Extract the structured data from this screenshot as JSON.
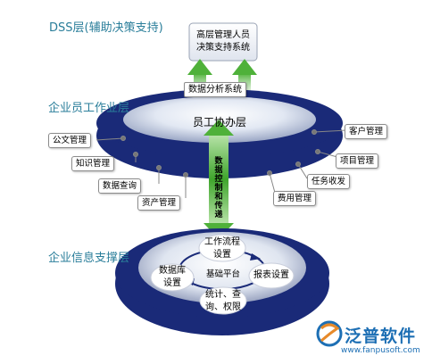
{
  "layers": {
    "dss": "DSS层(辅助决策支持)",
    "employee": "企业员工作业层",
    "support": "企业信息支撑层"
  },
  "dss_box": {
    "line1": "高层管理人员",
    "line2": "决策支持系统"
  },
  "analysis": "数据分析系统",
  "collab": "员工协办层",
  "channel": [
    "数",
    "据",
    "控",
    "制",
    "和",
    "传",
    "递"
  ],
  "left_tags": [
    "公文管理",
    "知识管理",
    "数据查询",
    "资产管理"
  ],
  "right_tags": [
    "客户管理",
    "项目管理",
    "任务收发",
    "费用管理"
  ],
  "base": {
    "workflow": [
      "工作流程",
      "设置"
    ],
    "database": [
      "数据库",
      "设置"
    ],
    "report": "报表设置",
    "stats": [
      "统计、查",
      "询、权限"
    ],
    "center": "基础平台"
  },
  "logo": {
    "name": "泛普软件",
    "url": "www.fanpusoft.com"
  },
  "colors": {
    "navy": "#1a2a78",
    "teal": "#2a7e9a",
    "green": "#5dbb4a",
    "brand": "#1d6fb4"
  }
}
